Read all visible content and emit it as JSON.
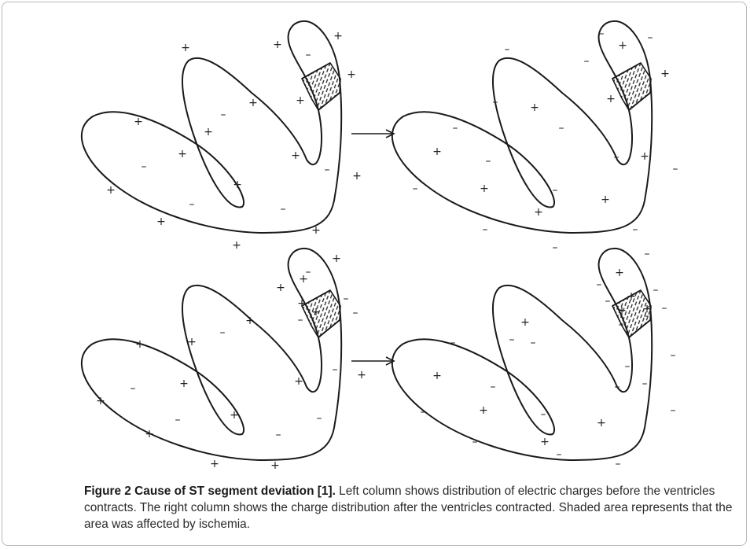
{
  "figure": {
    "plus_symbol": "+",
    "minus_symbol": "–",
    "panels": [
      {
        "name": "top-left",
        "plus": [
          [
            236,
            61
          ],
          [
            353,
            57
          ],
          [
            430,
            46
          ],
          [
            447,
            95
          ],
          [
            382,
            128
          ],
          [
            322,
            131
          ],
          [
            176,
            155
          ],
          [
            265,
            168
          ],
          [
            232,
            196
          ],
          [
            376,
            198
          ],
          [
            454,
            224
          ],
          [
            302,
            235
          ],
          [
            141,
            242
          ],
          [
            205,
            282
          ],
          [
            402,
            293
          ],
          [
            301,
            312
          ]
        ],
        "minus": [
          [
            392,
            70
          ],
          [
            284,
            146
          ],
          [
            183,
            212
          ],
          [
            416,
            216
          ],
          [
            244,
            260
          ],
          [
            360,
            266
          ]
        ]
      },
      {
        "name": "top-right",
        "plus": [
          [
            792,
            58
          ],
          [
            846,
            94
          ],
          [
            777,
            126
          ],
          [
            680,
            137
          ],
          [
            556,
            193
          ],
          [
            820,
            199
          ],
          [
            616,
            240
          ],
          [
            770,
            254
          ],
          [
            685,
            270
          ]
        ],
        "minus": [
          [
            765,
            43
          ],
          [
            827,
            48
          ],
          [
            645,
            63
          ],
          [
            746,
            78
          ],
          [
            630,
            130
          ],
          [
            579,
            163
          ],
          [
            714,
            163
          ],
          [
            621,
            205
          ],
          [
            784,
            200
          ],
          [
            859,
            215
          ],
          [
            528,
            240
          ],
          [
            706,
            242
          ],
          [
            808,
            292
          ],
          [
            617,
            292
          ],
          [
            706,
            315
          ]
        ]
      },
      {
        "name": "bottom-left",
        "plus": [
          [
            428,
            329
          ],
          [
            357,
            366
          ],
          [
            386,
            355
          ],
          [
            384,
            386
          ],
          [
            402,
            397
          ],
          [
            318,
            408
          ],
          [
            244,
            435
          ],
          [
            178,
            438
          ],
          [
            234,
            488
          ],
          [
            460,
            477
          ],
          [
            128,
            510
          ],
          [
            298,
            528
          ],
          [
            190,
            552
          ],
          [
            273,
            590
          ],
          [
            350,
            592
          ],
          [
            380,
            485
          ]
        ],
        "minus": [
          [
            392,
            346
          ],
          [
            440,
            380
          ],
          [
            452,
            398
          ],
          [
            382,
            407
          ],
          [
            283,
            423
          ],
          [
            426,
            470
          ],
          [
            169,
            494
          ],
          [
            226,
            534
          ],
          [
            406,
            532
          ],
          [
            354,
            553
          ]
        ]
      },
      {
        "name": "bottom-right",
        "plus": [
          [
            788,
            347
          ],
          [
            803,
            377
          ],
          [
            791,
            395
          ],
          [
            823,
            393
          ],
          [
            668,
            410
          ],
          [
            556,
            478
          ],
          [
            615,
            522
          ],
          [
            765,
            538
          ],
          [
            693,
            562
          ]
        ],
        "minus": [
          [
            823,
            323
          ],
          [
            762,
            362
          ],
          [
            834,
            369
          ],
          [
            773,
            383
          ],
          [
            845,
            392
          ],
          [
            790,
            413
          ],
          [
            822,
            402
          ],
          [
            576,
            436
          ],
          [
            678,
            436
          ],
          [
            651,
            432
          ],
          [
            856,
            452
          ],
          [
            627,
            492
          ],
          [
            785,
            492
          ],
          [
            798,
            466
          ],
          [
            820,
            488
          ],
          [
            856,
            522
          ],
          [
            538,
            524
          ],
          [
            691,
            527
          ],
          [
            604,
            562
          ],
          [
            711,
            578
          ],
          [
            786,
            590
          ]
        ]
      }
    ]
  },
  "caption": {
    "bold": "Figure 2 Cause of ST segment deviation [1].",
    "text": " Left column shows distribution of electric charges before the ventricles contracts. The right column shows the charge distribution after the ventricles contracted. Shaded area represents that the area was affected by ischemia."
  }
}
